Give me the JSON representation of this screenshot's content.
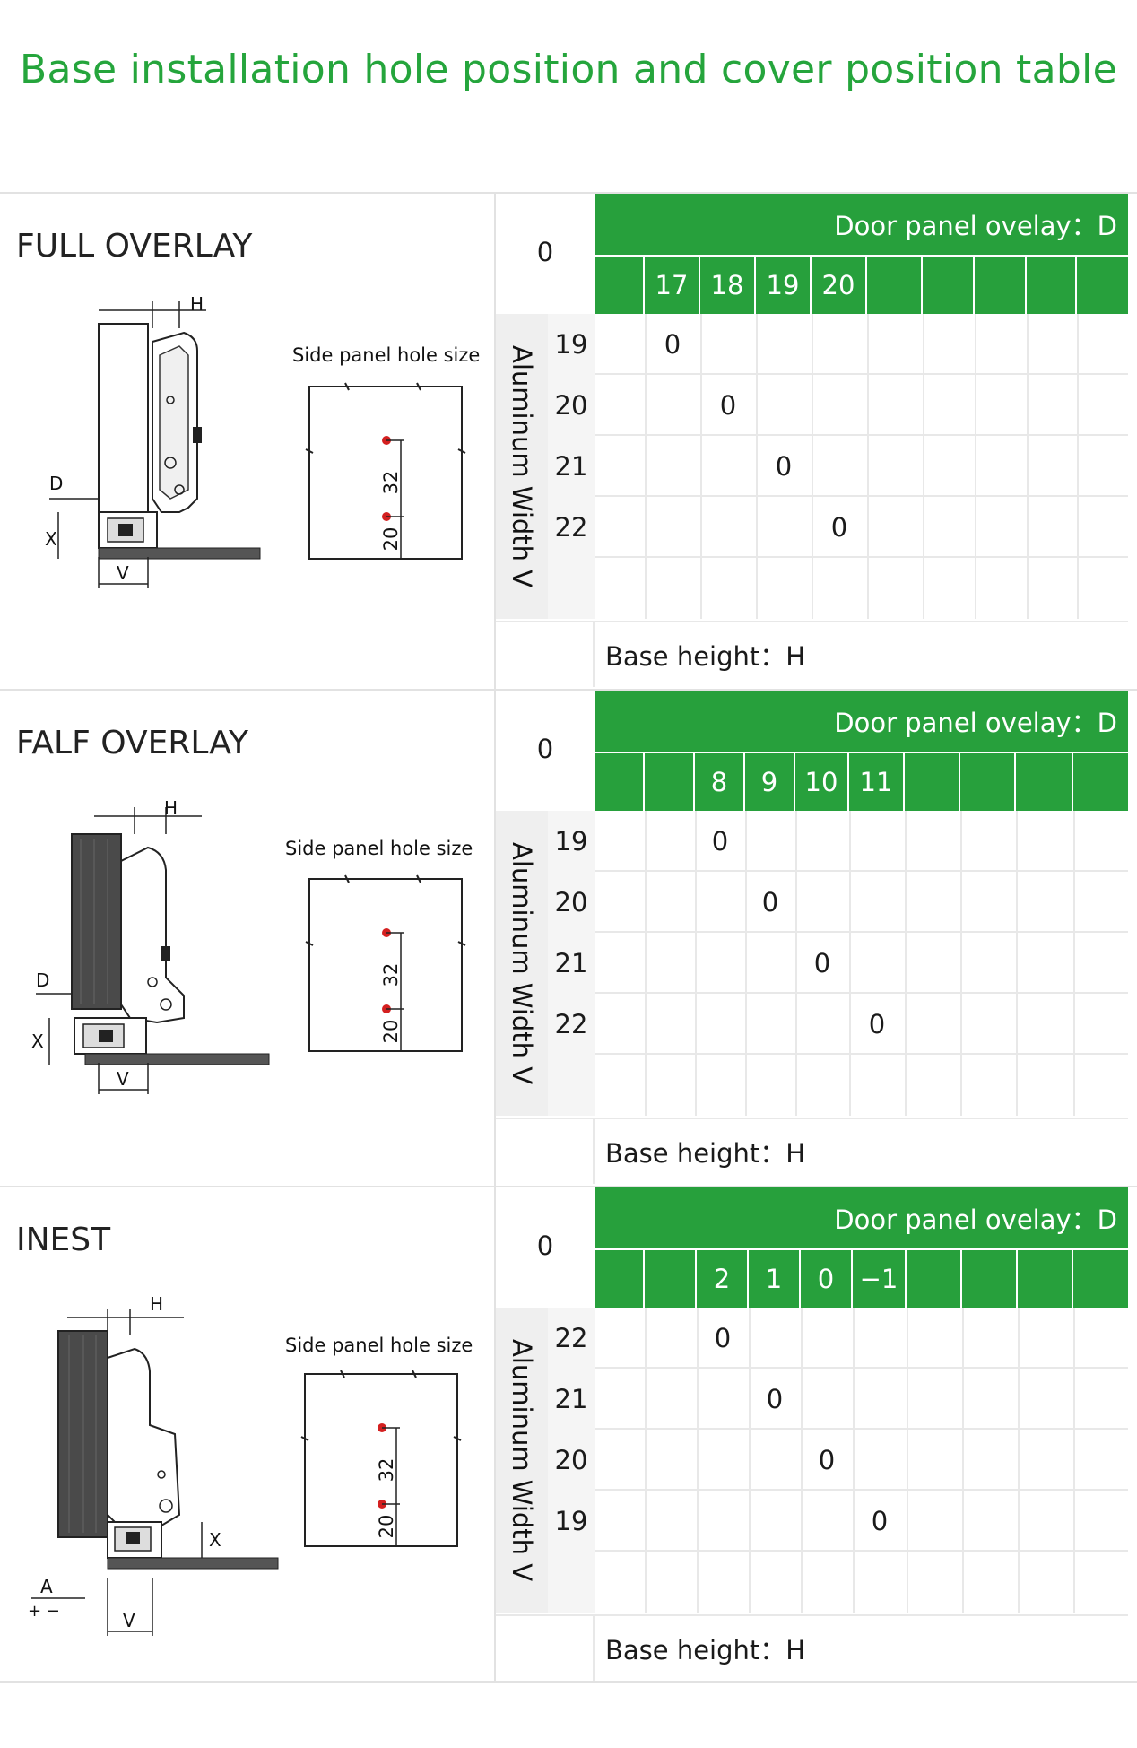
{
  "title": "Base installation hole position and cover position table",
  "common": {
    "side_panel_label": "Side panel hole size",
    "hole_spacing": "32",
    "hole_offset": "20",
    "corner_value": "0",
    "door_header": "Door panel ovelay：D",
    "axis_label": "Aluminum Width V",
    "base_height": "Base height：H",
    "mark": "0",
    "dim_H": "H",
    "dim_D": "D",
    "dim_X": "X",
    "dim_V": "V",
    "dim_A": "A",
    "dim_pm": "+ −"
  },
  "sections": [
    {
      "title": "FULL OVERLAY",
      "columns": [
        "",
        "17",
        "18",
        "19",
        "20",
        "",
        "",
        "",
        "",
        ""
      ],
      "rows": [
        "19",
        "20",
        "21",
        "22",
        ""
      ],
      "marks": [
        [
          0,
          1
        ],
        [
          1,
          2
        ],
        [
          2,
          3
        ],
        [
          3,
          4
        ]
      ]
    },
    {
      "title": "FALF OVERLAY",
      "columns": [
        "",
        "",
        "8",
        "9",
        "10",
        "11",
        "",
        "",
        "",
        ""
      ],
      "rows": [
        "19",
        "20",
        "21",
        "22",
        ""
      ],
      "marks": [
        [
          0,
          2
        ],
        [
          1,
          3
        ],
        [
          2,
          4
        ],
        [
          3,
          5
        ]
      ]
    },
    {
      "title": "INEST",
      "columns": [
        "",
        "",
        "2",
        "1",
        "0",
        "−1",
        "",
        "",
        "",
        ""
      ],
      "rows": [
        "22",
        "21",
        "20",
        "19",
        ""
      ],
      "marks": [
        [
          0,
          2
        ],
        [
          1,
          3
        ],
        [
          2,
          4
        ],
        [
          3,
          5
        ]
      ]
    }
  ]
}
